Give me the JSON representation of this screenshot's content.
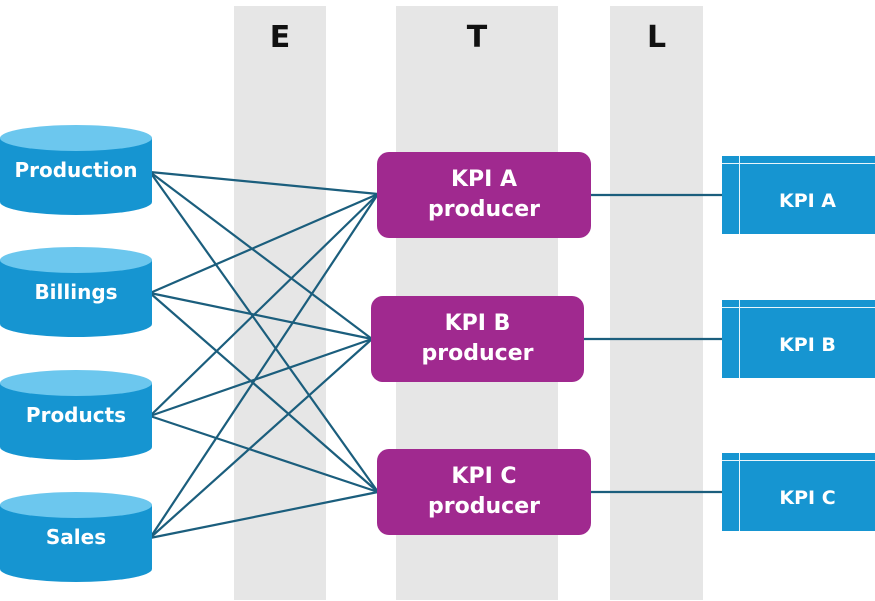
{
  "stages": [
    {
      "label": "E"
    },
    {
      "label": "T"
    },
    {
      "label": "L"
    }
  ],
  "sources": [
    {
      "label": "Production"
    },
    {
      "label": "Billings"
    },
    {
      "label": "Products"
    },
    {
      "label": "Sales"
    }
  ],
  "producers": [
    {
      "line1": "KPI A",
      "line2": "producer"
    },
    {
      "line1": "KPI B",
      "line2": "producer"
    },
    {
      "line1": "KPI C",
      "line2": "producer"
    }
  ],
  "targets": [
    {
      "label": "KPI A"
    },
    {
      "label": "KPI B"
    },
    {
      "label": "KPI C"
    }
  ],
  "colors": {
    "stage_band": "#e6e6e6",
    "source_fill": "#1695d1",
    "source_top": "#6cc7ee",
    "producer_fill": "#a0298f",
    "target_fill": "#1695d1",
    "link": "#1b5e7d"
  }
}
